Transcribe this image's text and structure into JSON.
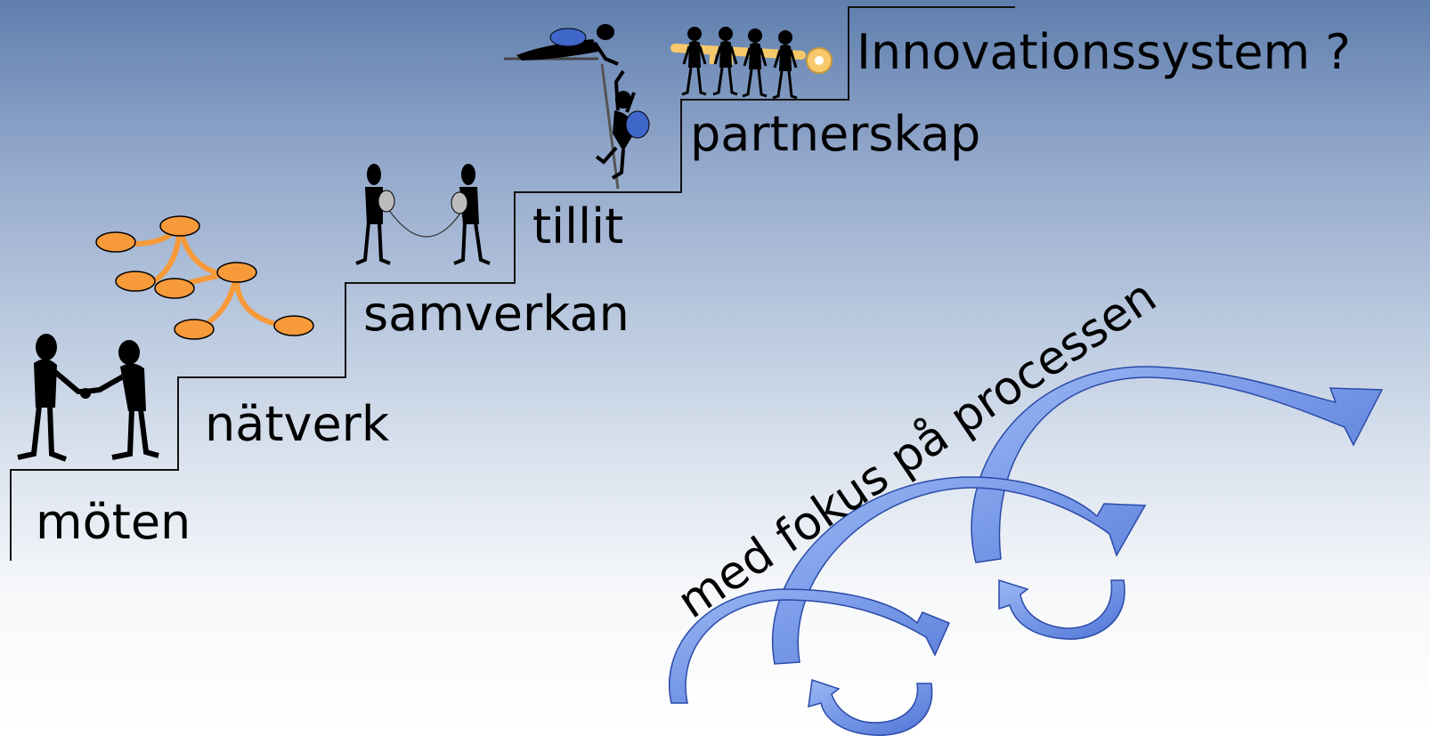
{
  "steps": [
    {
      "label": "möten"
    },
    {
      "label": "nätverk"
    },
    {
      "label": "samverkan"
    },
    {
      "label": "tillit"
    },
    {
      "label": "partnerskap"
    }
  ],
  "goal": "Innovationssystem ?",
  "slogan": "med fokus på processen",
  "colors": {
    "network_node": "#f79a3a",
    "key": "#f7c96b",
    "arrow": "#6d93e8",
    "arrow_dark": "#3e62c0",
    "silhouette": "#000000"
  },
  "icons": [
    "handshake-people-icon",
    "network-nodes-icon",
    "tin-can-phone-people-icon",
    "climbing-helping-people-icon",
    "people-carrying-key-icon",
    "process-cycle-arrows-icon"
  ]
}
